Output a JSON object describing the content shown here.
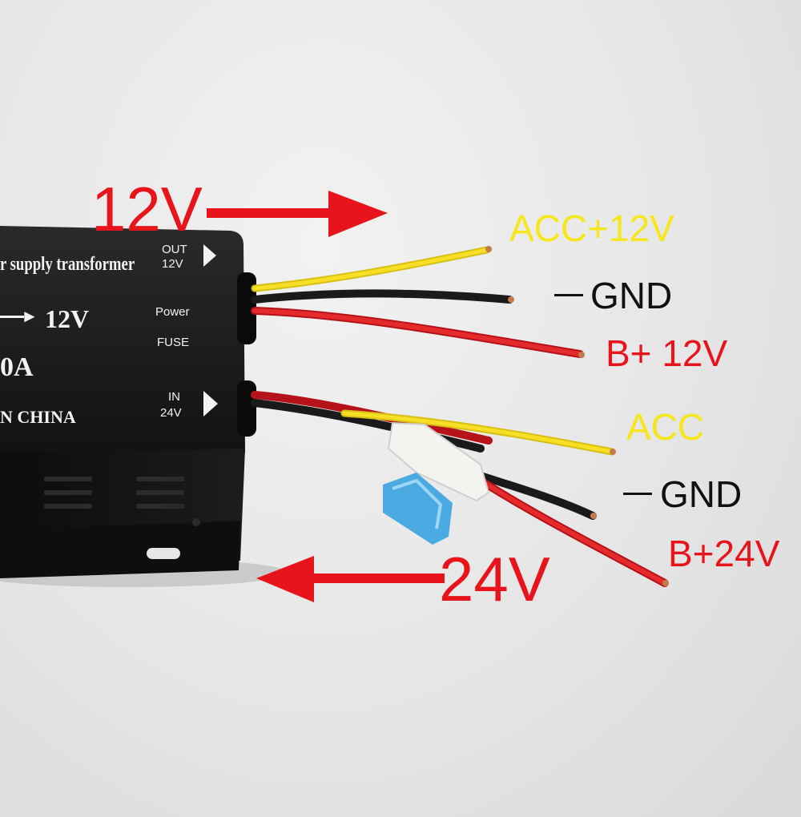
{
  "colors": {
    "background": "#e6e6e6",
    "box": "#141414",
    "wire_yellow": "#f3dc1e",
    "wire_black": "#1a1a1a",
    "wire_red": "#e01f1f",
    "arrow_red": "#e8141c",
    "label_yellow": "#f6e61a",
    "label_red": "#e8141c",
    "label_black": "#111111",
    "fuse_blue": "#3aa3e0"
  },
  "arrows": {
    "top_label": "12V",
    "bottom_label": "24V"
  },
  "converter": {
    "title_fragment": "r supply transformer",
    "conversion_text": "12V",
    "rating_fragment": "0A",
    "origin_fragment": "N CHINA",
    "out_label": "OUT",
    "out_voltage": "12V",
    "power_label": "Power",
    "fuse_label": "FUSE",
    "in_label": "IN",
    "in_voltage": "24V"
  },
  "wire_labels": {
    "out_acc": "ACC+12V",
    "out_gnd": "GND",
    "out_bplus": "B+ 12V",
    "in_acc": "ACC",
    "in_gnd": "GND",
    "in_bplus": "B+24V"
  }
}
